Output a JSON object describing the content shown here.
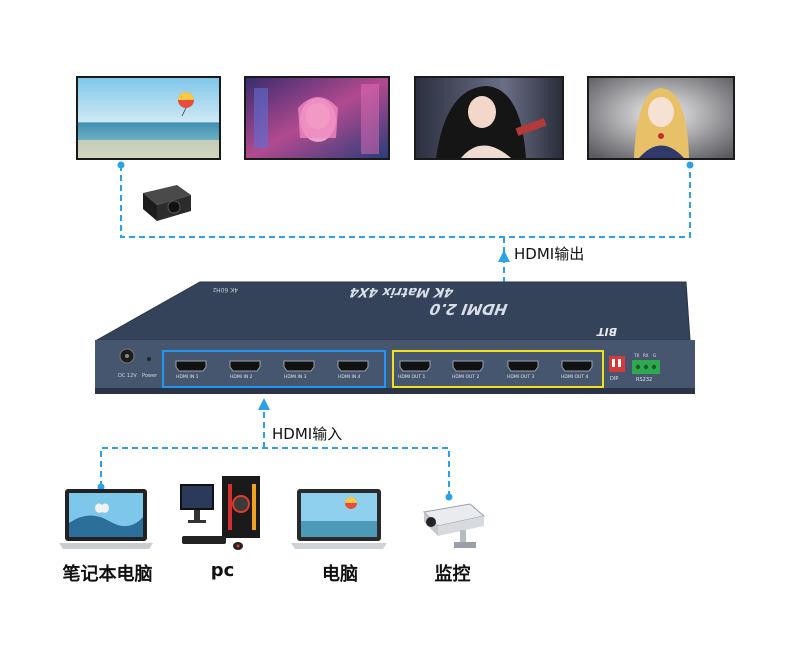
{
  "labels": {
    "hdmi_out": "HDMI输出",
    "hdmi_in": "HDMI输入"
  },
  "sources": [
    {
      "name": "笔记本电脑",
      "icon": "laptop-icon"
    },
    {
      "name": "pc",
      "icon": "desktop-pc-icon"
    },
    {
      "name": "电脑",
      "icon": "monitor-icon"
    },
    {
      "name": "监控",
      "icon": "security-camera-icon"
    }
  ],
  "displays": [
    {
      "icon": "display-beach-parasail-icon"
    },
    {
      "icon": "display-anime-city-girl-icon"
    },
    {
      "icon": "display-anime-dark-hair-girl-icon"
    },
    {
      "icon": "display-anime-blonde-girl-icon"
    }
  ],
  "device": {
    "top_label": "HDMI 2.0",
    "model": "4K Matrix 4X4",
    "small_top": "4K 60Hz",
    "brand": "BIT",
    "dc_label": "DC 12V",
    "power_label": "Power",
    "inputs": [
      "HDMI IN 1",
      "HDMI IN 2",
      "HDMI IN 3",
      "HDMI IN 4"
    ],
    "outputs": [
      "HDMI OUT 1",
      "HDMI OUT 2",
      "HDMI OUT 3",
      "HDMI OUT 4"
    ],
    "dip_label": "DIP",
    "rs232_label": "RS232",
    "rs232_pins": [
      "TX",
      "RX",
      "G"
    ]
  },
  "colors": {
    "flow_line": "#2aa3e6",
    "device_body": "#3a4a62",
    "input_frame": "#2196f3",
    "output_frame": "#f2e01a"
  }
}
